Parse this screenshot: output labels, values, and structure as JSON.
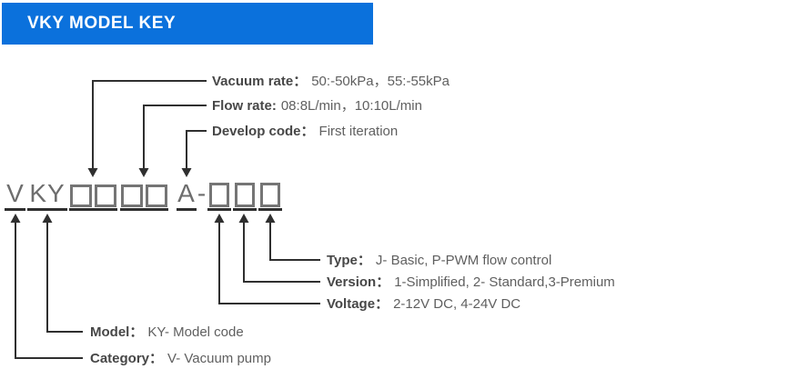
{
  "header": {
    "title": "VKY MODEL KEY"
  },
  "colors": {
    "banner_blue": "#0b71dc",
    "banner_text": "#ffffff",
    "connector_dark": "#2f2f2f",
    "code_letter_gray": "#6e6e6e",
    "box_border_gray": "#757575",
    "label_dark": "#474747",
    "value_gray": "#5f5f5f"
  },
  "model_code": {
    "category_letter": "V",
    "model_letters": "KY",
    "develop_letter": "A",
    "separator": "-",
    "blank_boxes": {
      "vacuum_pair": 2,
      "flow_pair": 2,
      "suffix": 3
    }
  },
  "annotations": {
    "vacuum_rate": {
      "label": "Vacuum rate：",
      "value": "50:-50kPa，55:-55kPa"
    },
    "flow_rate": {
      "label": "Flow rate:",
      "value": "08:8L/min，10:10L/min"
    },
    "develop_code": {
      "label": "Develop code：",
      "value": "First iteration"
    },
    "type": {
      "label": "Type：",
      "value": "J- Basic, P-PWM flow control"
    },
    "version": {
      "label": "Version：",
      "value": "1-Simplified, 2- Standard,3-Premium"
    },
    "voltage": {
      "label": "Voltage：",
      "value": "2-12V DC, 4-24V DC"
    },
    "model": {
      "label": "Model：",
      "value": "KY- Model code"
    },
    "category": {
      "label": "Category：",
      "value": "V- Vacuum pump"
    }
  }
}
